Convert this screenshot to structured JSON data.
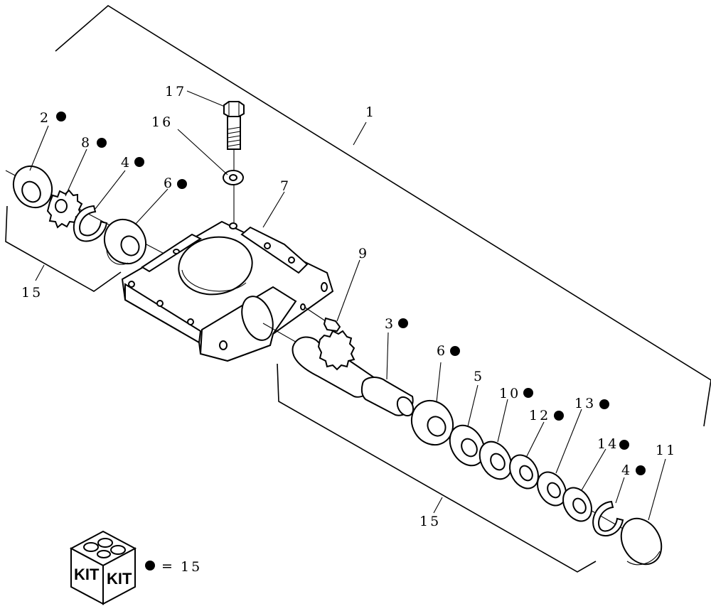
{
  "labels": {
    "p1": "1",
    "p2": "2",
    "p3": "3",
    "p4_top": "4",
    "p4_bottom": "4",
    "p5": "5",
    "p6_top": "6",
    "p6_bottom": "6",
    "p7": "7",
    "p8": "8",
    "p9": "9",
    "p10": "10",
    "p11": "11",
    "p12": "12",
    "p13": "13",
    "p14": "14",
    "p15_left": "15",
    "p15_bottom": "15",
    "p16": "16",
    "p17": "17"
  },
  "legend": {
    "kit_text_left": "KIT",
    "kit_text_right": "KIT",
    "equals": "=",
    "kit_ref": "15"
  }
}
